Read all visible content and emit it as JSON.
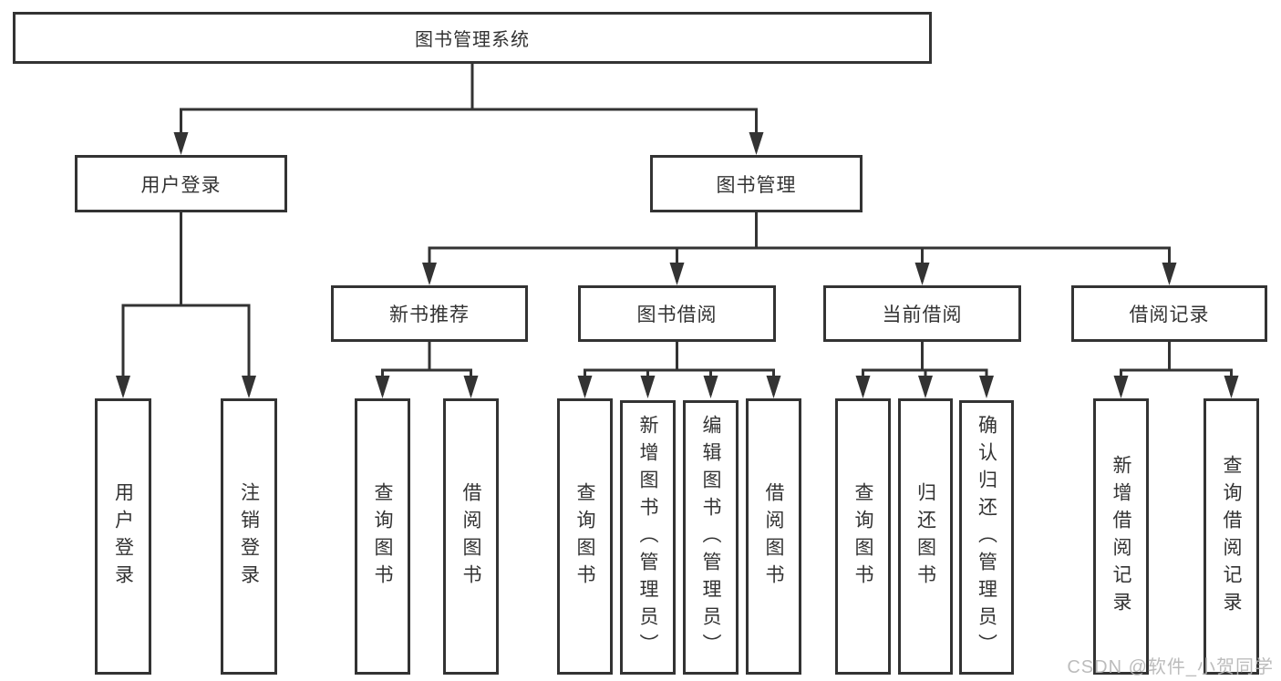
{
  "diagram": {
    "type": "hierarchy-tree",
    "line_color": "#333333",
    "box_background": "#ffffff",
    "tree": {
      "label": "图书管理系统",
      "children": [
        {
          "label": "用户登录",
          "children": [
            {
              "label": "用户登录"
            },
            {
              "label": "注销登录"
            }
          ]
        },
        {
          "label": "图书管理",
          "children": [
            {
              "label": "新书推荐",
              "children": [
                {
                  "label": "查询图书"
                },
                {
                  "label": "借阅图书"
                }
              ]
            },
            {
              "label": "图书借阅",
              "children": [
                {
                  "label": "查询图书"
                },
                {
                  "label": "新增图书（管理员）"
                },
                {
                  "label": "编辑图书（管理员）"
                },
                {
                  "label": "借阅图书"
                }
              ]
            },
            {
              "label": "当前借阅",
              "children": [
                {
                  "label": "查询图书"
                },
                {
                  "label": "归还图书"
                },
                {
                  "label": "确认归还（管理员）"
                }
              ]
            },
            {
              "label": "借阅记录",
              "children": [
                {
                  "label": "新增借阅记录"
                },
                {
                  "label": "查询借阅记录"
                }
              ]
            }
          ]
        }
      ]
    }
  },
  "watermark": "CSDN @软件_小贺同学"
}
